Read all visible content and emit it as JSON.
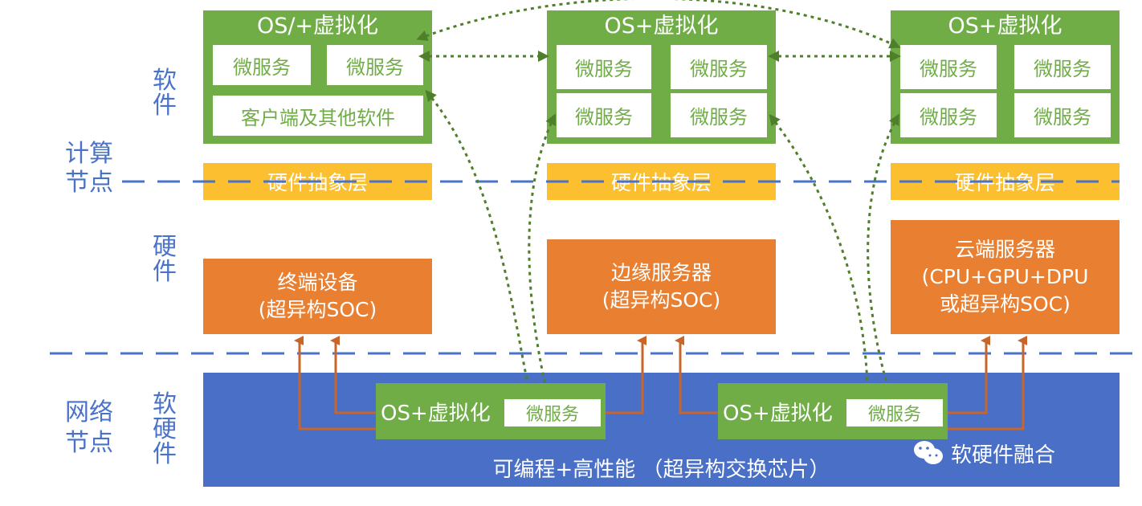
{
  "labels": {
    "software": "软件",
    "hardware": "硬件",
    "compute_node": [
      "计算",
      "节点"
    ],
    "network_node": [
      "网络",
      "节点"
    ],
    "soft_hardware": "软硬件"
  },
  "columns": [
    {
      "os_title": "OS/+虚拟化",
      "microservices": [
        "微服务",
        "微服务"
      ],
      "client_software": "客户端及其他软件",
      "hal": "硬件抽象层",
      "hardware_lines": [
        "终端设备",
        "(超异构SOC)"
      ]
    },
    {
      "os_title": "OS+虚拟化",
      "microservices": [
        "微服务",
        "微服务",
        "微服务",
        "微服务"
      ],
      "hal": "硬件抽象层",
      "hardware_lines": [
        "边缘服务器",
        "(超异构SOC)"
      ]
    },
    {
      "os_title": "OS+虚拟化",
      "microservices": [
        "微服务",
        "微服务",
        "微服务",
        "微服务"
      ],
      "hal": "硬件抽象层",
      "hardware_lines": [
        "云端服务器",
        "(CPU+GPU+DPU",
        "或超异构SOC)"
      ]
    }
  ],
  "network": {
    "chips": [
      {
        "os_title": "OS+虚拟化",
        "microservice": "微服务"
      },
      {
        "os_title": "OS+虚拟化",
        "microservice": "微服务"
      }
    ],
    "band_label": "可编程+高性能 （超异构交换芯片）",
    "brand": "软硬件融合"
  },
  "colors": {
    "green": "#70ad47",
    "yellow": "#fbbf2f",
    "orange": "#e97f30",
    "blue": "#4a6fc7",
    "label_blue": "#4a73c8",
    "arrow_dark_green": "#4f7f2a",
    "arrow_orange": "#c8652a"
  }
}
